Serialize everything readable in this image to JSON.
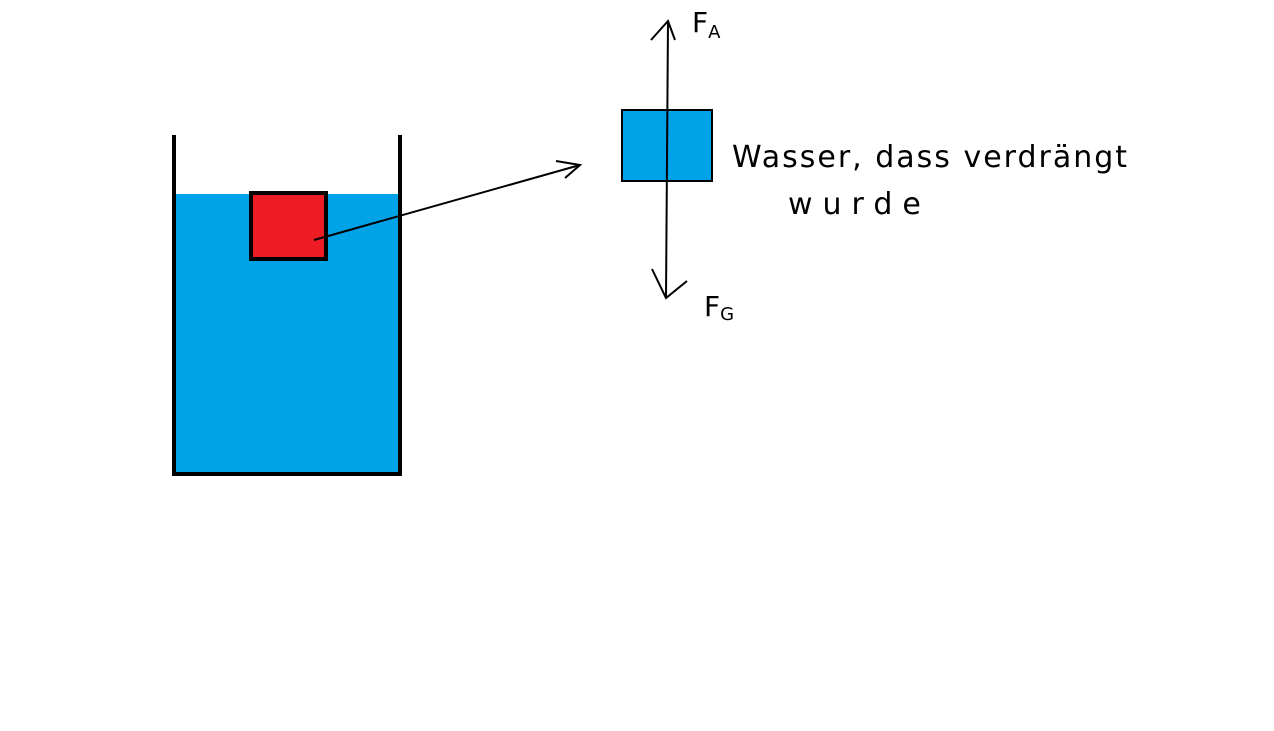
{
  "labels": {
    "buoyant_force": "F",
    "buoyant_force_sub": "A",
    "gravity_force": "F",
    "gravity_force_sub": "G",
    "caption_line1": "Wasser, dass verdrängt",
    "caption_line2": "wurde"
  },
  "colors": {
    "water": "#00a2e8",
    "object": "#ed1c24",
    "displaced_water_block": "#00a2e8",
    "stroke": "#000000"
  }
}
